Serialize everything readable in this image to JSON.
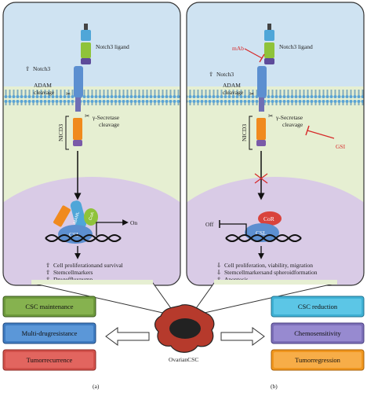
{
  "panel_a": {
    "ligand_label": "Notch3 ligand",
    "notch3_label": "Notch3",
    "adam_label_1": "ADAM",
    "adam_label_2": "cleavage",
    "gamma_label_1": "γ-Secretase",
    "gamma_label_2": "cleavage",
    "nicd3_label": "NICD3",
    "maml_label": "MAML",
    "coa_label": "CoA",
    "csl_label": "CSL",
    "on_label": "On",
    "effects": [
      "Cell proliferationand survival",
      "Stemcellmarkers",
      "Drugeffluxpump"
    ],
    "effect_arrows": [
      "⇧",
      "⇧",
      "⇧"
    ],
    "outcomes": [
      "CSC maintenance",
      "Multi-drugresistance",
      "Tumorrecurrence"
    ],
    "caption": "(a)"
  },
  "panel_b": {
    "mab_label": "mAb",
    "ligand_label": "Notch3 ligand",
    "notch3_label": "Notch3",
    "adam_label_1": "ADAM",
    "adam_label_2": "cleavage",
    "gamma_label_1": "γ-Secretase",
    "gamma_label_2": "cleavage",
    "gsi_label": "GSI",
    "nicd3_label": "NICD3",
    "cor_label": "CoR",
    "csl_label": "CSL",
    "off_label": "Off",
    "effects": [
      "Cell proliferation, viability, migration",
      "Stemcellmarkersand spheroidformation",
      "Apoptosis"
    ],
    "effect_arrows": [
      "⇩",
      "⇩",
      "⇧"
    ],
    "outcomes": [
      "CSC reduction",
      "Chemosensitivity",
      "Tumorregression"
    ],
    "caption": "(b)"
  },
  "center_label": "OvarianCSC",
  "colors": {
    "panel_bg": "#cfe3f2",
    "membrane": "#7fb9de",
    "cytoplasm": "#e6efd2",
    "nucleus": "#d9cbe6",
    "green_box": "#6e9a3c",
    "blue_box": "#3f7cc2",
    "red_box": "#d2504a",
    "cyan_box": "#3fb1d4",
    "purple_box": "#7c6fb8",
    "orange_box": "#f0961e",
    "inhibitor_red": "#d62a2a"
  }
}
